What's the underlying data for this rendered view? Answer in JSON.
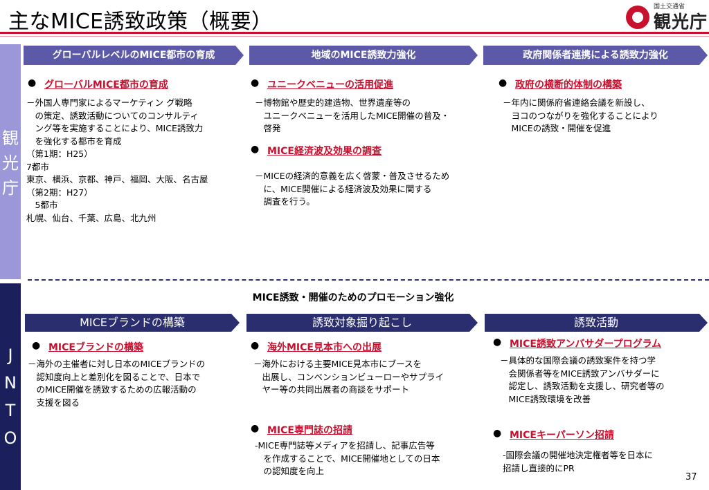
{
  "title": "主なMICE誘致政策（概要）",
  "logo": {
    "ministry": "国土交通省",
    "name": "観光庁"
  },
  "sides": {
    "kankocho": "観光庁",
    "jnto": [
      "J",
      "N",
      "T",
      "O"
    ]
  },
  "top": {
    "arrows": [
      "グローバルレベルのMICE都市の育成",
      "地域のMICE誘致力強化",
      "政府関係者連携による誘致力強化"
    ],
    "sections": [
      {
        "heading": "グローバルMICE都市の育成",
        "body": "－外国人専門家によるマーケティン グ戦略\n　の策定、誘致活動についてのコンサルティ\n　ング等を実施することにより、MICE誘致力\n　を強化する都市を育成\n（第1期：H25）\n 7都市\n東京、横浜、京都、神戸、福岡、大阪、名古屋\n（第2期：H27）\n　5都市\n札幌、仙台、千葉、広島、北九州"
      },
      {
        "heading": "ユニークベニューの活用促進",
        "body": "－博物館や歴史的建造物、世界遺産等の\n　ユニークベニューを活用したMICE開催の普及・\n　啓発"
      },
      {
        "heading": "MICE経済波及効果の調査",
        "body": "－MICEの経済的意義を広く啓蒙・普及させるため\n　に、MICE開催による経済波及効果に関する\n　調査を行う。"
      },
      {
        "heading": "政府の横断的体制の構築",
        "body": "－年内に関係府省連絡会議を新設し、\n　ヨコのつながりを強化することにより\n　MICEの誘致・開催を促進"
      }
    ]
  },
  "bottom": {
    "title": "MICE誘致・開催のためのプロモーション強化",
    "arrows": [
      "MICEブランドの構築",
      "誘致対象掘り起こし",
      "誘致活動"
    ],
    "sections": [
      {
        "heading": "MICEブランドの構築",
        "body": "－海外の主催者に対し日本のMICEブランドの\n　認知度向上と差別化を図ることで、日本で\n　のMICE開催を誘致するための広報活動の\n　支援を図る"
      },
      {
        "heading": "海外MICE見本市への出展",
        "body": "－海外における主要MICE見本市にブースを\n　出展し、コンベンションビューローやサプライ\n　ヤー等の共同出展者の商談をサポート"
      },
      {
        "heading": "MICE専門誌の招請",
        "body": "-MICE専門誌等メディアを招請し、記事広告等\n　を作成することで、MICE開催地としての日本\n　の認知度を向上"
      },
      {
        "heading": "MICE誘致アンバサダープログラム",
        "body": "－具体的な国際会議の誘致案件を持つ学\n　会関係者等をMICE誘致アンバサダーに\n　認定し、誘致活動を支援し、研究者等の\n　MICE誘致環境を改善"
      },
      {
        "heading": "MICEキーパーソン招請",
        "body": "-国際会議の開催地決定権者等を日本に\n招請し直接的にPR"
      }
    ]
  },
  "page_number": "37",
  "colors": {
    "accent_red": "#c8102e",
    "arrow_purple": "#5c5aa8",
    "side_light": "#9b97d9",
    "side_dark": "#1b1f5c",
    "arrow_navy": "#2a2d6e"
  }
}
